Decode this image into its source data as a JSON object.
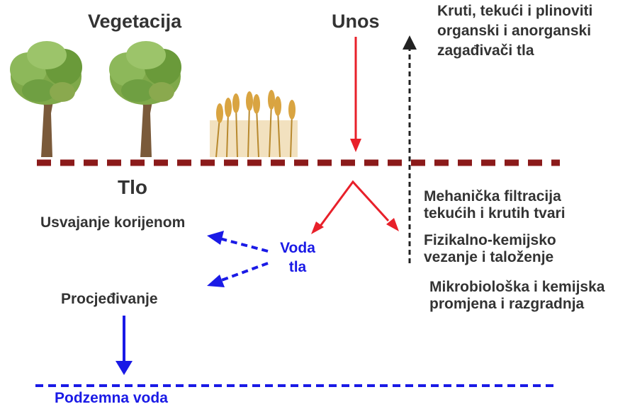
{
  "labels": {
    "vegetation": "Vegetacija",
    "input": "Unos",
    "pollutants": [
      "Kruti, tekući i plinoviti",
      "organski i anorganski",
      "zagađivači tla"
    ],
    "soil": "Tlo",
    "root_uptake": "Usvajanje korijenom",
    "soil_water": [
      "Voda",
      "tla"
    ],
    "leaching": "Procjeđivanje",
    "groundwater": "Podzemna voda",
    "mechanical_filtration": [
      "Mehanička filtracija",
      "tekućih i krutih tvari"
    ],
    "physicochemical": [
      "Fizikalno-kemijsko",
      "vezanje i taloženje"
    ],
    "microbiological": [
      "Mikrobiološka i kemijska",
      "promjena i razgradnja"
    ]
  },
  "colors": {
    "text": "#333333",
    "blue": "#1a1ae6",
    "red": "#e8202a",
    "soil_line": "#8b1a1a",
    "groundwater_line": "#1a1ae6",
    "black_arrow": "#222222",
    "tree_leaf": "#6a9a3a",
    "trunk": "#7a5a3a",
    "wheat": "#d9a441"
  },
  "icons": [
    "tree-icon",
    "tree-icon",
    "wheat-icon"
  ]
}
